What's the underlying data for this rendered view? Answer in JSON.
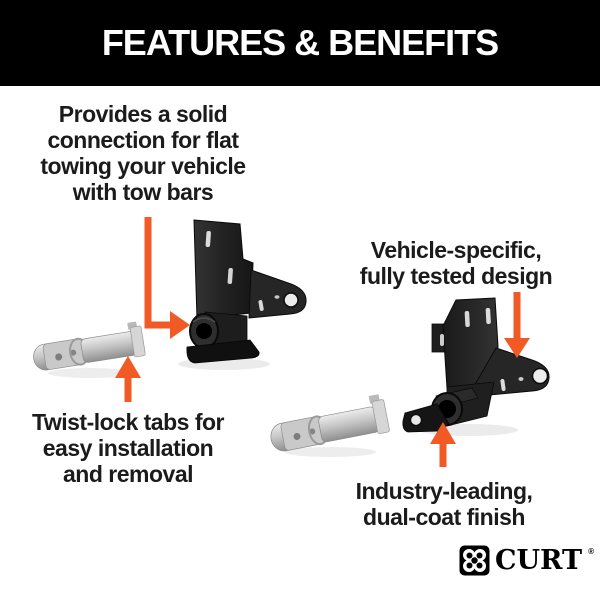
{
  "header": {
    "title": "FEATURES & BENEFITS",
    "bg_color": "#000000",
    "text_color": "#FFFFFF"
  },
  "callouts": {
    "flat_towing": {
      "lines": [
        "Provides a solid",
        "connection for flat",
        "towing your vehicle",
        "with tow bars"
      ]
    },
    "vehicle_specific": {
      "lines": [
        "Vehicle-specific,",
        "fully tested design"
      ]
    },
    "twist_lock": {
      "lines": [
        "Twist-lock tabs for",
        "easy installation",
        "and removal"
      ]
    },
    "dual_coat": {
      "lines": [
        "Industry-leading,",
        "dual-coat finish"
      ]
    }
  },
  "logo": {
    "brand": "CURT",
    "registered": "®"
  },
  "colors": {
    "accent_orange": "#F15A24",
    "header_bg": "#000000",
    "body_bg": "#FFFFFF",
    "text": "#1B1B1B",
    "product_black": "#1E1E1E",
    "metal_gray": "#C9C9C9"
  },
  "images": {
    "left_product": "baseplate-bracket",
    "right_product": "baseplate-bracket",
    "left_pin": "twist-lock-anchor-pin",
    "right_pin": "twist-lock-anchor-pin"
  },
  "icons": {
    "curt_logo_icon": "quatrefoil-clover-mark",
    "elbow_arrow": "orange-elbow-arrow",
    "down_arrow": "orange-down-arrow",
    "up_arrow": "orange-up-arrow"
  }
}
